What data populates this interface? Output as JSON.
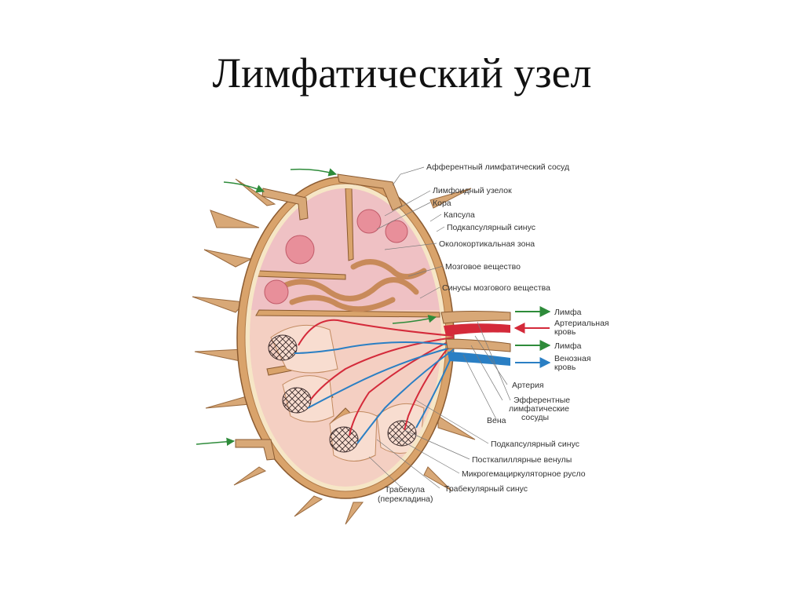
{
  "title": "Лимфатический узел",
  "labels": {
    "afferent": "Афферентный лимфатический сосуд",
    "nodule": "Лимфоидный узелок",
    "cortex": "Кора",
    "capsule": "Капсула",
    "subcapsular_top": "Подкапсулярный синус",
    "paracortex": "Околокортикальная зона",
    "medulla": "Мозговое вещество",
    "medullary_sinuses": "Синусы мозгового вещества",
    "artery": "Артерия",
    "efferent_1": "Эфферентные",
    "efferent_2": "лимфатические",
    "efferent_3": "сосуды",
    "vein": "Вена",
    "subcapsular_bottom": "Подкапсулярный синус",
    "postcapillary": "Посткапиллярные венулы",
    "microcirculation": "Микрогемациркуляторное русло",
    "trabecular_sinus": "Трабекулярный синус",
    "trabecula_1": "Трабекула",
    "trabecula_2": "(перекладина)"
  },
  "legend": {
    "lymph_in": "Лимфа",
    "arterial_1": "Артериальная",
    "arterial_2": "кровь",
    "lymph_out": "Лимфа",
    "venous_1": "Венозная",
    "venous_2": "кровь"
  },
  "colors": {
    "lymph": "#2e8b3a",
    "arterial": "#d42a3a",
    "venous": "#2a7fc4",
    "capsule": "#d9a36b",
    "tissue": "#f2c9bc",
    "nodule": "#e88f9a"
  }
}
